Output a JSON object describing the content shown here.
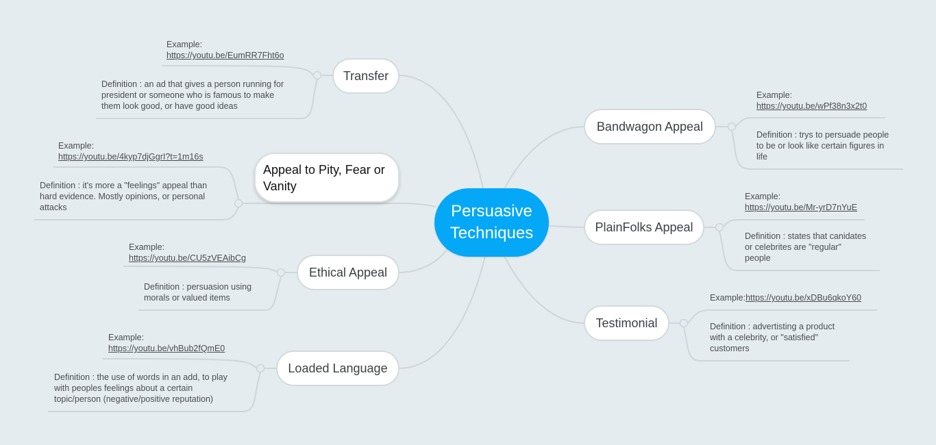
{
  "mindmap": {
    "central": {
      "label": "Persuasive Techniques",
      "color": "#04a8f7"
    },
    "colors": {
      "background": "#e5ecf0",
      "connector": "#cfd6da",
      "topic_fill": "#ffffff",
      "text": "#4a4d4f"
    },
    "topics": [
      {
        "id": "transfer",
        "label": "Transfer",
        "side": "left",
        "example_label": "Example:",
        "example_link": "https://youtu.be/EumRR7Fht6o",
        "definition_lines": [
          "Definition : an ad that gives a person running for",
          "president or someone who is famous to make",
          "them look good, or have good ideas"
        ]
      },
      {
        "id": "pity",
        "label": "Appeal to Pity, Fear or Vanity",
        "side": "left",
        "selected": true,
        "example_label": "Example:",
        "example_link": "https://youtu.be/4kyp7djGgrI?t=1m16s",
        "definition_lines": [
          "Definition : it's more a \"feelings\" appeal than",
          "hard evidence. Mostly opinions, or personal",
          "attacks"
        ]
      },
      {
        "id": "ethical",
        "label": "Ethical Appeal",
        "side": "left",
        "example_label": "Example:",
        "example_link": "https://youtu.be/CU5zVEAibCg",
        "definition_lines": [
          "Definition : persuasion using",
          "morals or valued items"
        ]
      },
      {
        "id": "loaded",
        "label": "Loaded Language",
        "side": "left",
        "example_label": "Example:",
        "example_link": "https://youtu.be/vhBub2fQmE0",
        "definition_lines": [
          "Definition : the use of words in an add, to play",
          "with peoples feelings about a certain",
          "topic/person (negative/positive reputation)"
        ]
      },
      {
        "id": "bandwagon",
        "label": "Bandwagon Appeal",
        "side": "right",
        "example_label": "Example:",
        "example_link": "https://youtu.be/wPf38n3x2t0",
        "definition_lines": [
          "Definition : trys to persuade people",
          "to be or look like certain figures in",
          "life"
        ]
      },
      {
        "id": "plainfolks",
        "label": "PlainFolks Appeal",
        "side": "right",
        "example_label": "Example:",
        "example_link": "https://youtu.be/Mr-yrD7nYuE",
        "definition_lines": [
          "Definition : states that canidates",
          "or celebrites are \"regular\"",
          "people"
        ]
      },
      {
        "id": "testimonial",
        "label": "Testimonial",
        "side": "right",
        "example_label": "Example:",
        "example_link": "https://youtu.be/xDBu6qkoY60",
        "definition_lines": [
          "Definition : advertisting a product",
          "with a celebrity, or \"satisfied\"",
          "customers"
        ]
      }
    ]
  }
}
